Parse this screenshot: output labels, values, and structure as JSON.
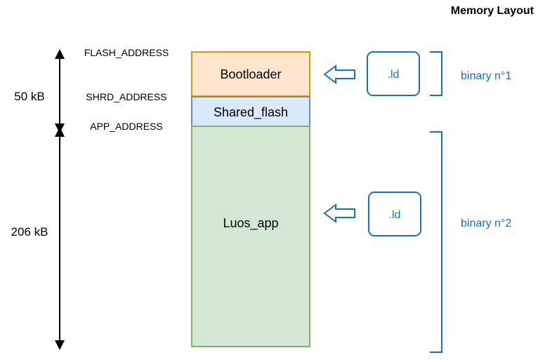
{
  "title": "Memory Layout",
  "address_labels": {
    "flash": "FLASH_ADDRESS",
    "shared": "SHRD_ADDRESS",
    "app": "APP_ADDRESS"
  },
  "size_labels": {
    "top": "50 kB",
    "bottom": "206 kB"
  },
  "regions": {
    "bootloader": {
      "label": "Bootloader",
      "fill": "#ffe6cc",
      "stroke": "#d79b00"
    },
    "shared_flash": {
      "label": "Shared_flash",
      "fill": "#dae8fc",
      "stroke": "#6c8ebf"
    },
    "luos_app": {
      "label": "Luos_app",
      "fill": "#d5e8d4",
      "stroke": "#82b366"
    }
  },
  "linker_boxes": {
    "first": ".ld",
    "second": ".ld"
  },
  "binaries": {
    "first": "binary n°1",
    "second": "binary n°2"
  },
  "colors": {
    "accent": "#1a6fc4",
    "text": "#000000"
  }
}
